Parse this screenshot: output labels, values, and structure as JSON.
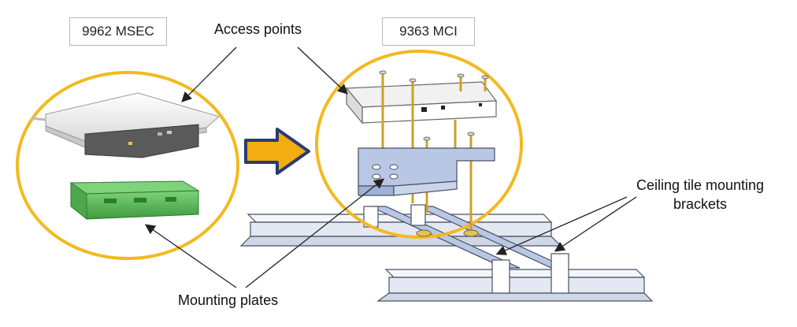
{
  "diagram": {
    "left_model": "9962 MSEC",
    "right_model": "9363 MCI",
    "callouts": {
      "access_points": "Access points",
      "mounting_plates": "Mounting plates",
      "ceiling_line1": "Ceiling tile mounting",
      "ceiling_line2": "brackets"
    },
    "colors": {
      "circle": "#f3b91f",
      "arrow_fill": "#f2ad12",
      "arrow_outline": "#2b3a73",
      "plate_green": "#5cb85c",
      "rail_fill": "#e3e8f2",
      "rail_stroke": "#4a4f63",
      "bracket_blue": "#b8c7e3"
    }
  }
}
